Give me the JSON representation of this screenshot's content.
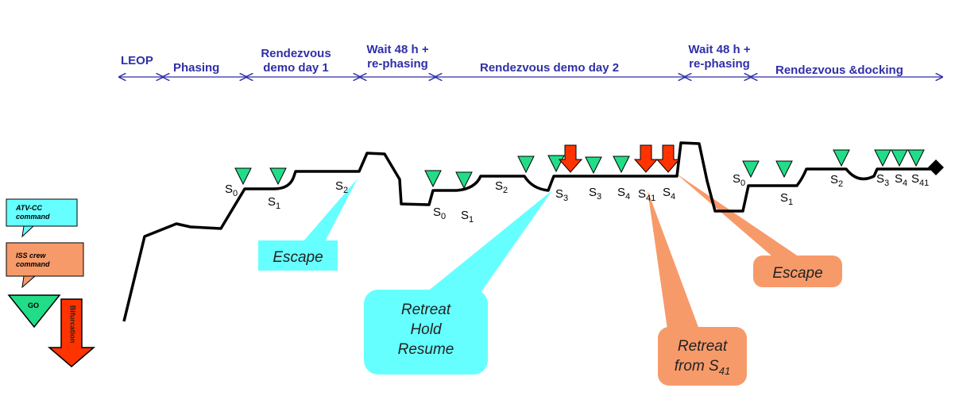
{
  "phases": [
    {
      "key": "leop",
      "lines": [
        "LEOP"
      ]
    },
    {
      "key": "phasing",
      "lines": [
        "Phasing"
      ]
    },
    {
      "key": "demo1",
      "lines": [
        "Rendezvous",
        "demo day 1"
      ]
    },
    {
      "key": "wait1",
      "lines": [
        "Wait 48 h +",
        "re-phasing"
      ]
    },
    {
      "key": "demo2",
      "lines": [
        "Rendezvous demo day 2"
      ]
    },
    {
      "key": "wait2",
      "lines": [
        "Wait 48 h +",
        "re-phasing"
      ]
    },
    {
      "key": "dock",
      "lines": [
        "Rendezvous &docking"
      ]
    }
  ],
  "legend": {
    "atv_cc": "ATV-CC command",
    "iss_crew": "ISS crew command",
    "go": "GO",
    "bifurcation": "Bifurcation"
  },
  "callouts": {
    "escape1": "Escape",
    "retreat": [
      "Retreat",
      "Hold",
      "Resume"
    ],
    "escape2": "Escape",
    "retreat_s41": [
      "Retreat",
      "from S"
    ],
    "retreat_s41_sub": "41"
  },
  "s_labels": [
    {
      "k": "a",
      "base": "S",
      "sub": "0"
    },
    {
      "k": "b",
      "base": "S",
      "sub": "1"
    },
    {
      "k": "c",
      "base": "S",
      "sub": "2"
    },
    {
      "k": "d",
      "base": "S",
      "sub": "0"
    },
    {
      "k": "e",
      "base": "S",
      "sub": "1"
    },
    {
      "k": "f",
      "base": "S",
      "sub": "2"
    },
    {
      "k": "g",
      "base": "S",
      "sub": "3"
    },
    {
      "k": "h",
      "base": "S",
      "sub": "3"
    },
    {
      "k": "i",
      "base": "S",
      "sub": "4"
    },
    {
      "k": "j",
      "base": "S",
      "sub": "41"
    },
    {
      "k": "k",
      "base": "S",
      "sub": "4"
    },
    {
      "k": "l",
      "base": "S",
      "sub": "0"
    },
    {
      "k": "m",
      "base": "S",
      "sub": "1"
    },
    {
      "k": "n",
      "base": "S",
      "sub": "2"
    },
    {
      "k": "o",
      "base": "S",
      "sub": "3"
    },
    {
      "k": "p",
      "base": "S",
      "sub": "4"
    },
    {
      "k": "q",
      "base": "S",
      "sub": "41"
    }
  ],
  "colors": {
    "phase_text": "#2f2fa8",
    "atv_cc_box": "#66ffff",
    "iss_crew_box": "#f79a6a",
    "go_triangle": "#22dd88",
    "bifurcation_arrow": "#ff3300"
  }
}
